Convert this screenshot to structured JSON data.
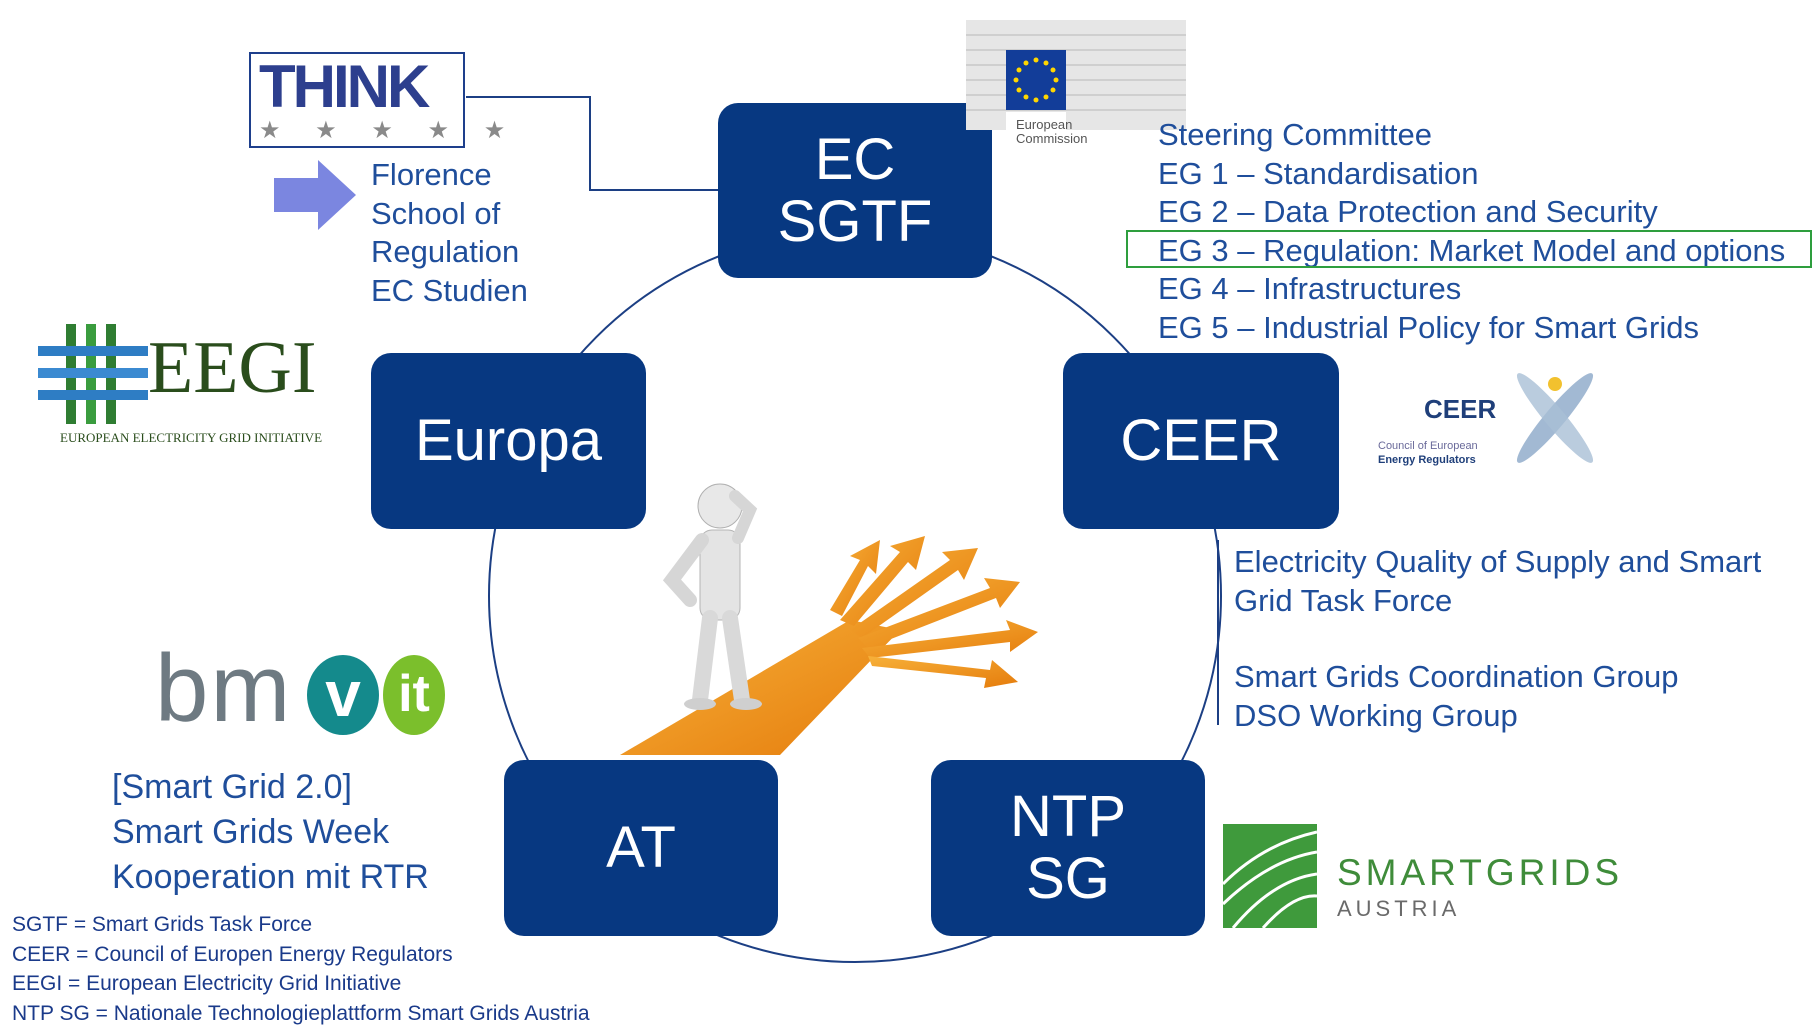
{
  "nodes": {
    "ec_sgtf": {
      "line1": "EC",
      "line2": "SGTF"
    },
    "europa": {
      "label": "Europa"
    },
    "ceer": {
      "label": "CEER"
    },
    "at": {
      "label": "AT"
    },
    "ntp_sg": {
      "line1": "NTP",
      "line2": "SG"
    }
  },
  "logos": {
    "think": {
      "text": "THINK",
      "stars": "★ ★ ★ ★ ★"
    },
    "eu_commission": {
      "line1": "European",
      "line2": "Commission"
    },
    "eegi": {
      "text": "EEGI",
      "subtitle": "EUROPEAN ELECTRICITY GRID INITIATIVE"
    },
    "ceer": {
      "text": "CEER",
      "sub1": "Council of European",
      "sub2": "Energy Regulators"
    },
    "bmvit": {
      "text": "bm",
      "v": "v",
      "it": "it"
    },
    "smartgrids": {
      "text": "SMARTGRIDS",
      "sub": "AUSTRIA"
    }
  },
  "florence": {
    "lines": [
      "Florence",
      "School of",
      "Regulation",
      "EC Studien"
    ]
  },
  "ec_groups": {
    "items": [
      "Steering Committee",
      "EG 1 – Standardisation",
      "EG 2 – Data Protection and Security",
      "EG 3 – Regulation: Market Model and options",
      "EG 4 – Infrastructures",
      "EG 5 – Industrial Policy for Smart Grids"
    ],
    "highlighted_index": 3
  },
  "ceer_groups": {
    "line1": "Electricity Quality of Supply and Smart",
    "line2": "Grid Task Force",
    "line3": "Smart Grids Coordination Group",
    "line4": "DSO Working Group"
  },
  "at_items": {
    "lines": [
      "[Smart Grid 2.0]",
      "Smart Grids Week",
      "Kooperation mit RTR"
    ]
  },
  "legend": {
    "lines": [
      "SGTF = Smart Grids Task Force",
      "CEER = Council of Europen Energy Regulators",
      "EEGI = European Electricity Grid Initiative",
      "NTP SG = Nationale Technologieplattform Smart Grids Austria"
    ]
  },
  "colors": {
    "node_fill": "#073881",
    "text_blue": "#1f4e9b",
    "highlight_border": "#2e9e3e",
    "arrow_orange": "#f39c1f",
    "florence_arrow": "#7b86e0"
  }
}
